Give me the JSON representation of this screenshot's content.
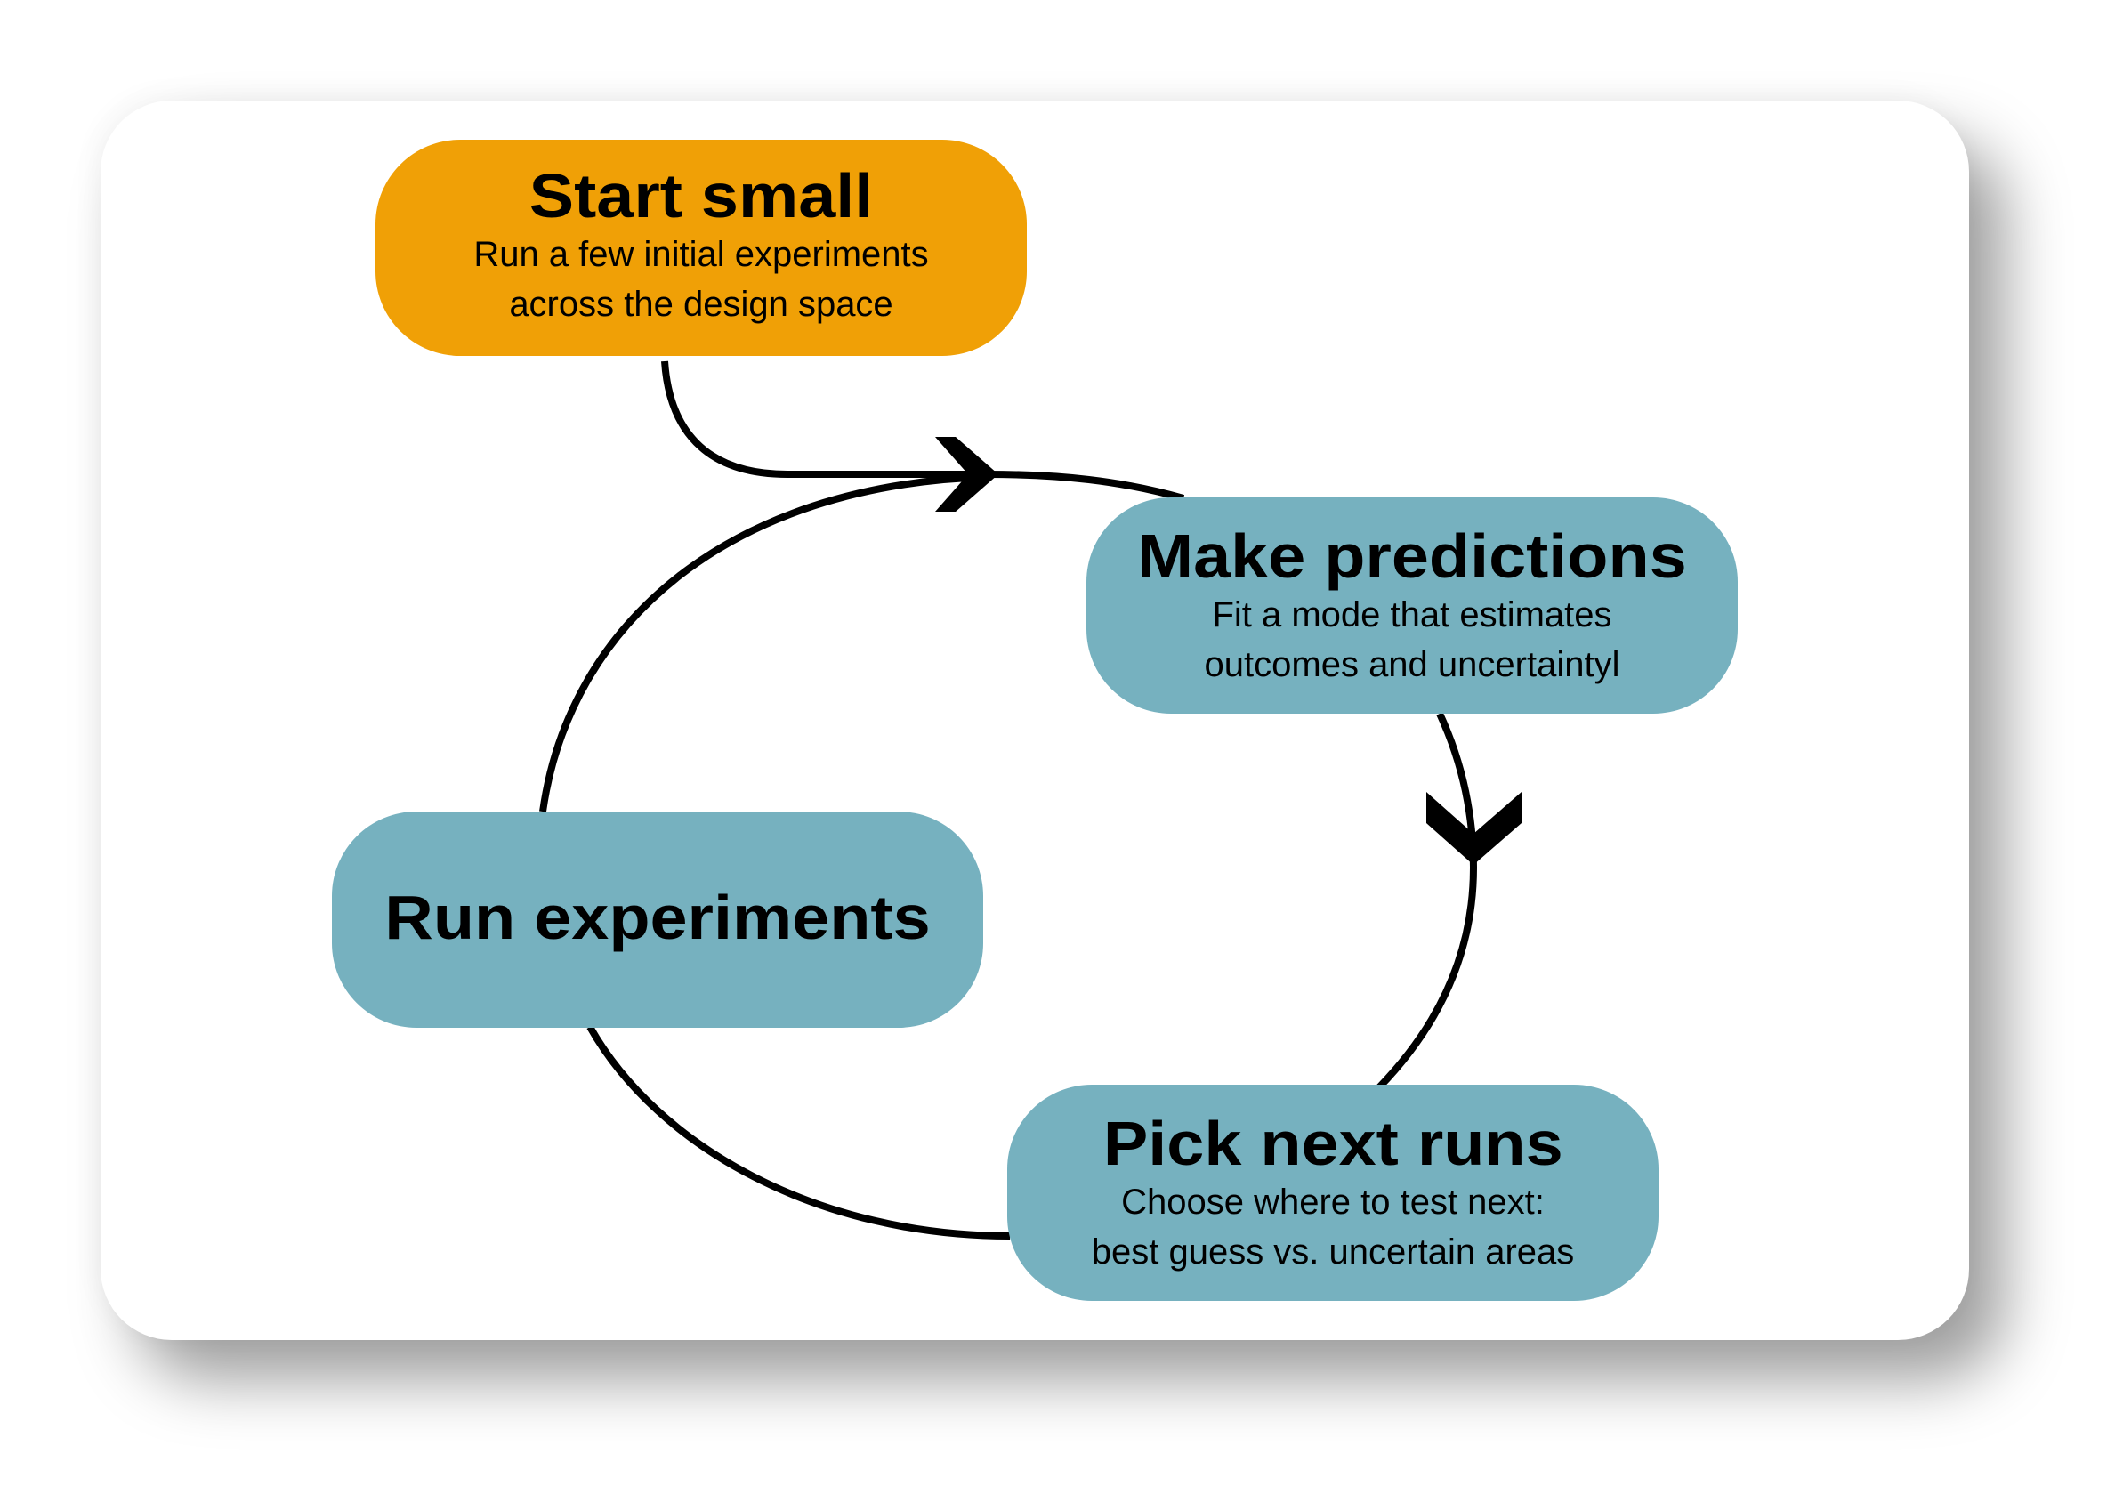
{
  "diagram": {
    "type": "cycle-flowchart",
    "colors": {
      "start_fill": "#F0A006",
      "step_fill": "#76B1BF",
      "connector": "#000000",
      "background": "#FFFFFF"
    },
    "nodes": {
      "start": {
        "title": "Start small",
        "lines": [
          "Run a few initial experiments",
          "across the design space"
        ]
      },
      "predict": {
        "title": "Make predictions",
        "lines": [
          "Fit a mode that estimates",
          "outcomes and uncertaintyl"
        ]
      },
      "pick": {
        "title": "Pick next runs",
        "lines": [
          "Choose where to test next:",
          "best guess vs. uncertain areas"
        ]
      },
      "run": {
        "title": "Run experiments",
        "lines": []
      }
    },
    "edges": [
      {
        "from": "Start small",
        "to": "cycle",
        "arrow": "chevron-right"
      },
      {
        "from": "Run experiments",
        "to": "Make predictions",
        "arrow": "chevron-right"
      },
      {
        "from": "Make predictions",
        "to": "Pick next runs",
        "arrow": "chevron-down"
      },
      {
        "from": "Pick next runs",
        "to": "Run experiments",
        "arrow": "none"
      }
    ]
  }
}
